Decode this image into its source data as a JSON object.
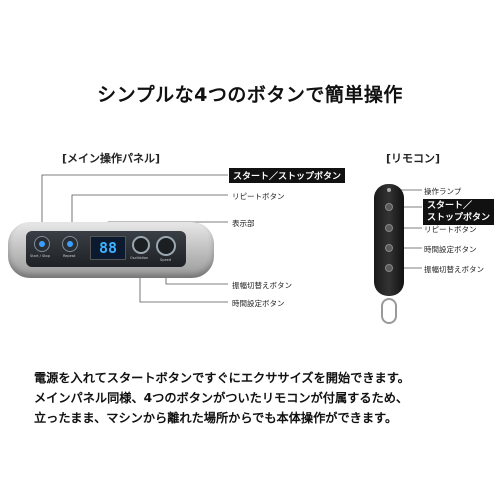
{
  "title": "シンプルな4つのボタンで簡単操作",
  "main_panel": {
    "heading": "[メイン操作パネル]",
    "display_value": "88",
    "labels": {
      "start_stop": "スタート／ストップボタン",
      "repeat": "リピートボタン",
      "display": "表示部",
      "amplitude": "振幅切替えボタン",
      "timer": "時間設定ボタン"
    },
    "button_captions": [
      "Start / Stop",
      "Repeat",
      "Oscillation",
      "Speed"
    ]
  },
  "remote": {
    "heading": "[リモコン]",
    "labels": {
      "lamp": "操作ランプ",
      "start_stop_line1": "スタート／",
      "start_stop_line2": "ストップボタン",
      "repeat": "リピートボタン",
      "timer": "時間設定ボタン",
      "amplitude": "振幅切替えボタン"
    }
  },
  "description": {
    "line1": "電源を入れてスタートボタンですぐにエクササイズを開始できます。",
    "line2": "メインパネル同様、4つのボタンがついたリモコンが付属するため、",
    "line3": "立ったまま、マシンから離れた場所からでも本体操作ができます。"
  }
}
